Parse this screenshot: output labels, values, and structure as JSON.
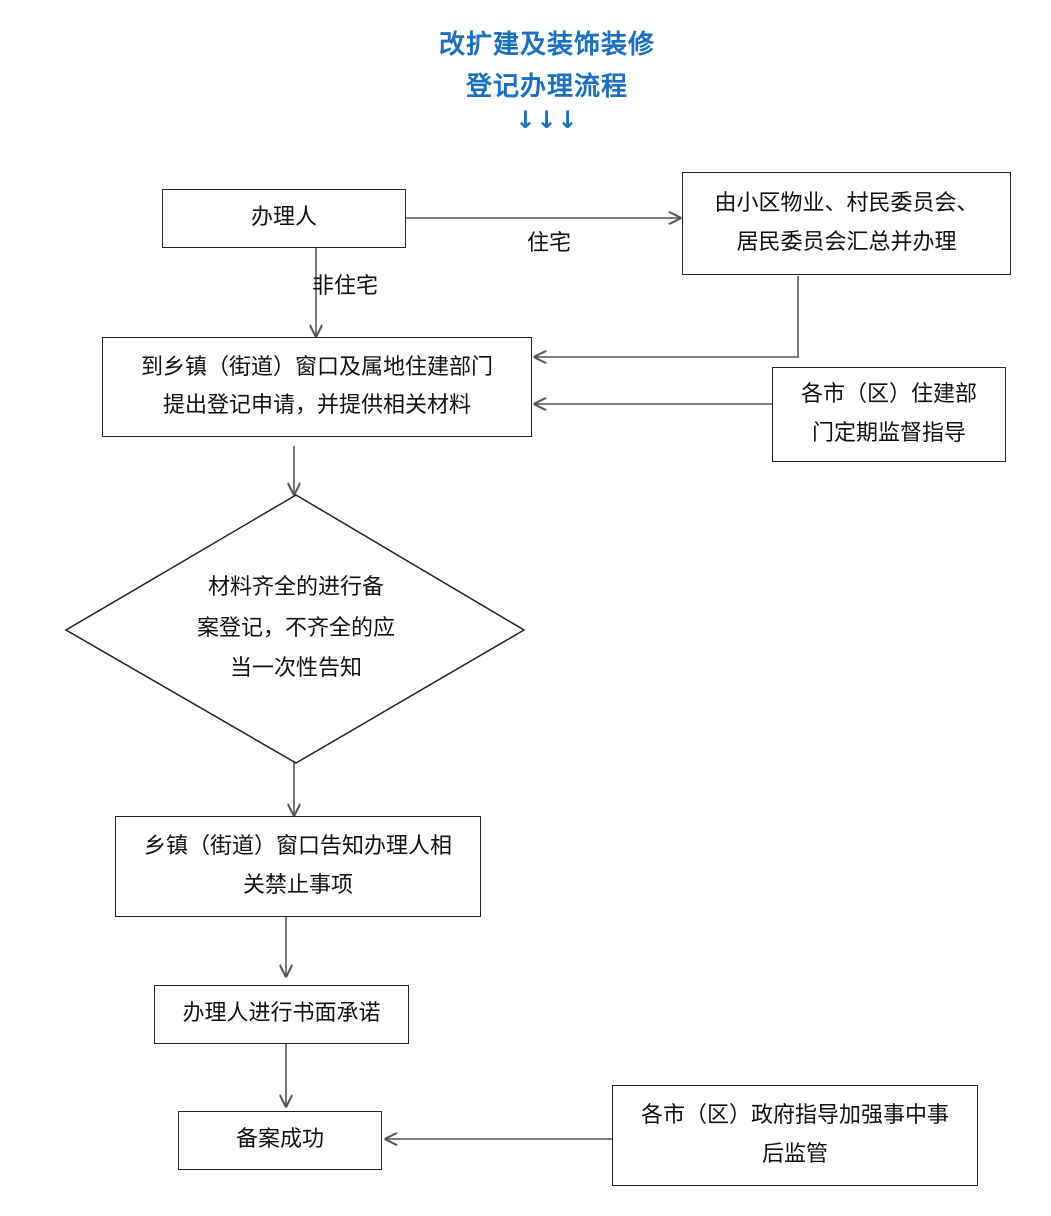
{
  "title": {
    "line1": "改扩建及装饰装修",
    "line2": "登记办理流程",
    "arrows": "↓↓↓"
  },
  "nodes": {
    "applicant": "办理人",
    "community": [
      "由小区物业、村民委员会、",
      "居民委员会汇总并办理"
    ],
    "window_apply": [
      "到乡镇（街道）窗口及属地住建部门",
      "提出登记申请，并提供相关材料"
    ],
    "city_supervision": [
      "各市（区）住建部",
      "门定期监督指导"
    ],
    "decision": [
      "材料齐全的进行备",
      "案登记，不齐全的应",
      "当一次性告知"
    ],
    "inform": [
      "乡镇（街道）窗口告知办理人相",
      "关禁止事项"
    ],
    "promise": "办理人进行书面承诺",
    "success": "备案成功",
    "gov_supervision": [
      "各市（区）政府指导加强事中事",
      "后监管"
    ]
  },
  "edge_labels": {
    "residential": "住宅",
    "non_residential": "非住宅"
  },
  "colors": {
    "title": "#1a6fbf",
    "line": "#555555",
    "border": "#222222"
  }
}
